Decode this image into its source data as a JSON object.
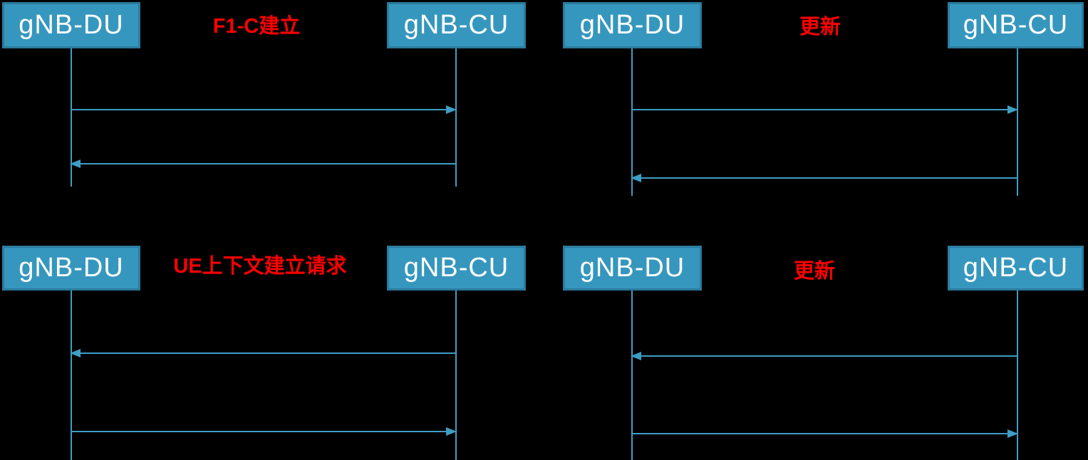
{
  "diagram": {
    "background": "#000000",
    "colors": {
      "box_fill": "#3697BE",
      "box_border": "#2B7C9E",
      "line": "#3F9DC4",
      "title": "#FF0000",
      "box_text": "#FFFFFF"
    },
    "panels": [
      {
        "title": "F1-C建立",
        "left_actor": "gNB-DU",
        "right_actor": "gNB-CU",
        "messages": [
          {
            "from": "gNB-DU",
            "to": "gNB-CU"
          },
          {
            "from": "gNB-CU",
            "to": "gNB-DU"
          }
        ]
      },
      {
        "title": "更新",
        "left_actor": "gNB-DU",
        "right_actor": "gNB-CU",
        "messages": [
          {
            "from": "gNB-DU",
            "to": "gNB-CU"
          },
          {
            "from": "gNB-CU",
            "to": "gNB-DU"
          }
        ]
      },
      {
        "title": "UE上下文建立请求",
        "left_actor": "gNB-DU",
        "right_actor": "gNB-CU",
        "messages": [
          {
            "from": "gNB-CU",
            "to": "gNB-DU"
          },
          {
            "from": "gNB-DU",
            "to": "gNB-CU"
          }
        ]
      },
      {
        "title": "更新",
        "left_actor": "gNB-DU",
        "right_actor": "gNB-CU",
        "messages": [
          {
            "from": "gNB-CU",
            "to": "gNB-DU"
          },
          {
            "from": "gNB-DU",
            "to": "gNB-CU"
          }
        ]
      }
    ]
  }
}
